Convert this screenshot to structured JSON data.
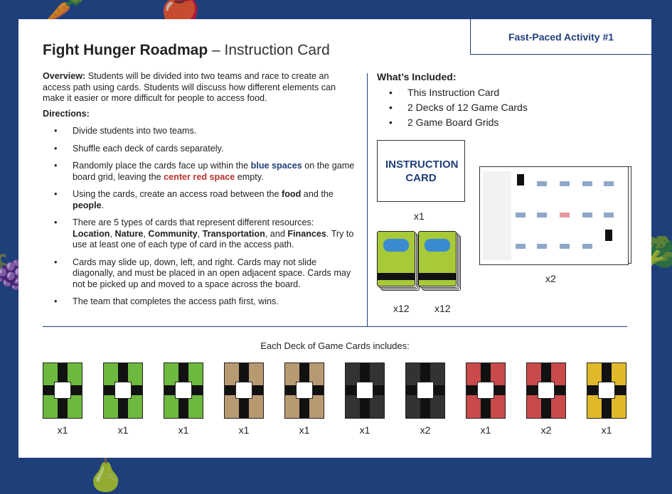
{
  "header": {
    "tab_label": "Fast-Paced Activity #1",
    "title_bold": "Fight Hunger Roadmap",
    "title_rest": "– Instruction Card"
  },
  "overview": {
    "label": "Overview:",
    "text": "Students will be divided into two teams and race to create an access path using cards. Students will discuss how different elements can make it easier or more difficult for people to access food."
  },
  "directions": {
    "label": "Directions:",
    "d1": "Divide students into two teams.",
    "d2": "Shuffle each deck of cards separately.",
    "d3a": "Randomly place the cards face up within the ",
    "d3b": "blue spaces",
    "d3c": " on the game board grid, leaving the ",
    "d3d": "center red space",
    "d3e": " empty.",
    "d4a": "Using the cards, create an access road between the ",
    "d4b": "food",
    "d4c": " and the ",
    "d4d": "people",
    "d5a": "There are 5 types of cards that represent different resources: ",
    "d5b": "Location",
    "d5c": "Nature",
    "d5d": "Community",
    "d5e": "Transportation",
    "d5f": "Finances",
    "d5g": ". Try to use at least one of each type of card in the access path.",
    "d6": "Cards may slide up, down, left, and right. Cards may not slide diagonally, and must be placed in an open adjacent space. Cards may not be picked up and moved to a space across the board.",
    "d7": "The team that completes the access path first, wins."
  },
  "included": {
    "label": "What’s Included:",
    "items": [
      "This Instruction Card",
      "2 Decks of 12 Game Cards",
      "2 Game Board Grids"
    ],
    "instruction_card": "INSTRUCTION CARD",
    "instr_qty": "x1",
    "deck_qty_1": "x12",
    "deck_qty_2": "x12",
    "board_qty": "x2"
  },
  "deck_section": {
    "label": "Each Deck of Game Cards includes:",
    "cards": [
      {
        "type": "nature",
        "qty": "x1",
        "border": "#6db83f"
      },
      {
        "type": "nature",
        "qty": "x1",
        "border": "#6db83f"
      },
      {
        "type": "nature",
        "qty": "x1",
        "border": "#6db83f"
      },
      {
        "type": "location",
        "qty": "x1",
        "border": "#b89a72"
      },
      {
        "type": "location",
        "qty": "x1",
        "border": "#b89a72"
      },
      {
        "type": "community",
        "qty": "x1",
        "border": "#333333"
      },
      {
        "type": "community",
        "qty": "x2",
        "border": "#333333"
      },
      {
        "type": "transportation",
        "qty": "x1",
        "border": "#c94a4a"
      },
      {
        "type": "transportation",
        "qty": "x2",
        "border": "#c94a4a"
      },
      {
        "type": "finances",
        "qty": "x1",
        "border": "#e0b92a"
      }
    ]
  }
}
